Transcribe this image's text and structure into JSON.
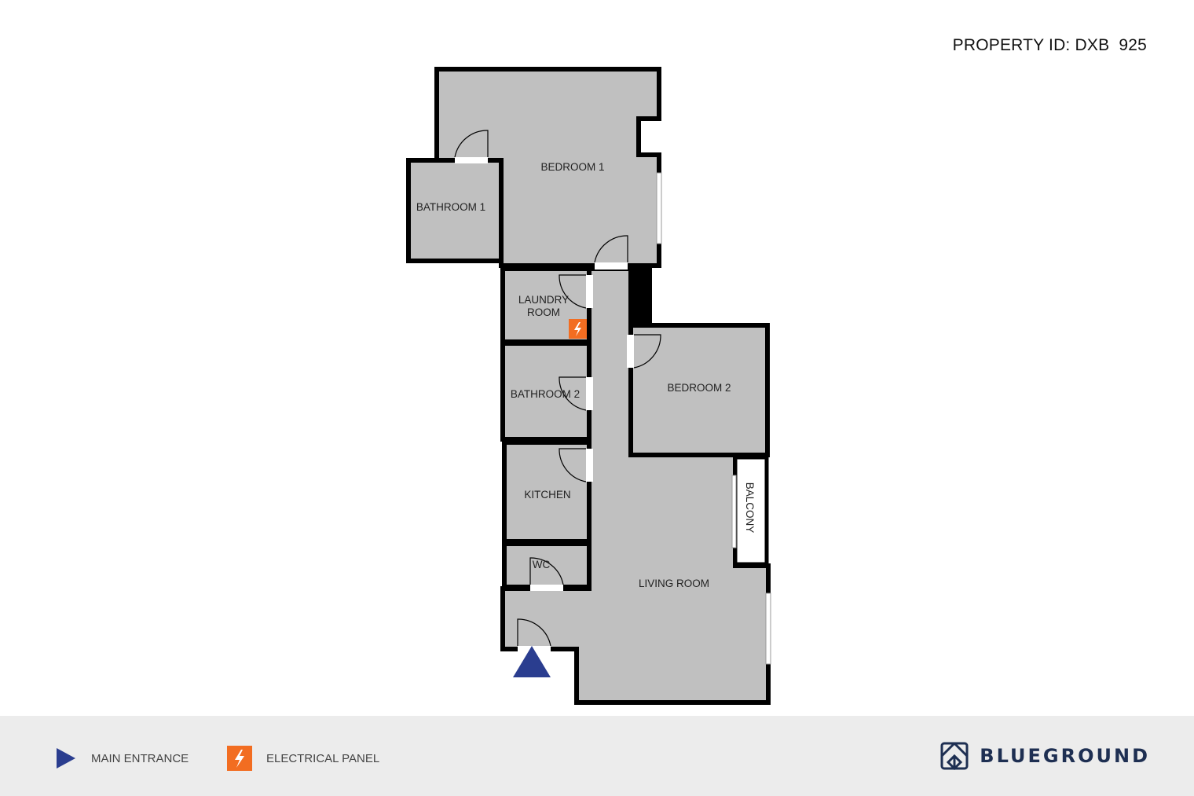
{
  "header": {
    "property_id": "PROPERTY ID: DXB  925"
  },
  "rooms": {
    "bedroom_1": "BEDROOM 1",
    "bathroom_1": "BATHROOM 1",
    "laundry_room_line1": "LAUNDRY",
    "laundry_room_line2": "ROOM",
    "bathroom_2": "BATHROOM 2",
    "kitchen": "KITCHEN",
    "wc": "WC",
    "bedroom_2": "BEDROOM 2",
    "balcony": "BALCONY",
    "living_room": "LIVING ROOM"
  },
  "legend": {
    "main_entrance": "MAIN ENTRANCE",
    "electrical_panel": "ELECTRICAL PANEL"
  },
  "brand": {
    "name": "BLUEGROUND"
  },
  "colors": {
    "room_fill": "#c0c0c0",
    "wall": "#000000",
    "entrance_marker": "#2a3d8f",
    "electrical_panel": "#f26d21",
    "footer_bg": "#ececec",
    "brand": "#1e2f52"
  },
  "icons": {
    "entrance": "triangle-icon",
    "electrical": "lightning-icon",
    "brand_logo": "blueground-logo-icon"
  }
}
